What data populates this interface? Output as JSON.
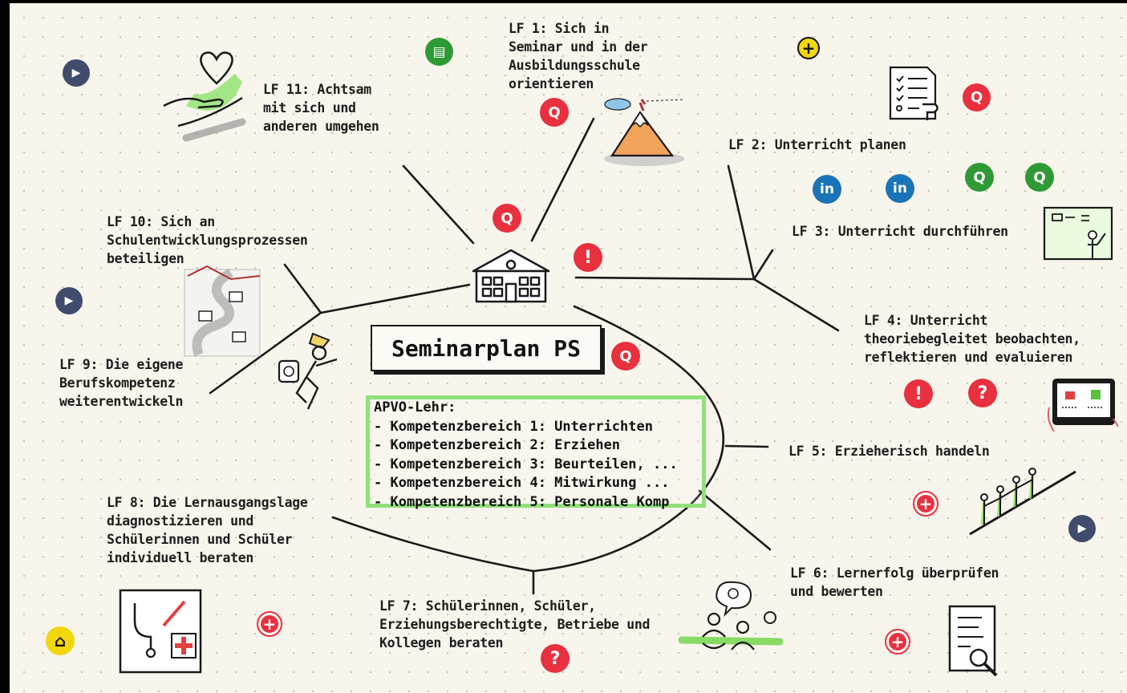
{
  "title": "Seminarplan PS",
  "apvo": {
    "heading": "APVO-Lehr:",
    "items": [
      "- Kompetenzbereich 1: Unterrichten",
      "- Kompetenzbereich 2: Erziehen",
      "- Kompetenzbereich 3: Beurteilen, ...",
      "- Kompetenzbereich 4: Mitwirkung ...",
      "- Kompetenzbereich 5: Personale Komp"
    ]
  },
  "lf": {
    "lf1": "LF 1: Sich in\nSeminar und in der\nAusbildungsschule\norientieren",
    "lf2": "LF 2: Unterricht planen",
    "lf3": "LF 3: Unterricht durchführen",
    "lf4": "LF 4: Unterricht\ntheoriebegleitet beobachten,\nreflektieren und evaluieren",
    "lf5": "LF 5: Erzieherisch handeln",
    "lf6": "LF 6: Lernerfolg überprüfen\nund bewerten",
    "lf7": "LF 7: Schülerinnen, Schüler,\nErziehungsberechtigte, Betriebe und\nKollegen beraten",
    "lf8": "LF 8: Die Lernausgangslage\ndiagnostizieren und\nSchülerinnen und Schüler\nindividuell beraten",
    "lf9": "LF 9: Die eigene\nBerufskompetenz\nweiterentwickeln",
    "lf10": "LF 10: Sich an\nSchulentwicklungsprozessen\nbeteiligen",
    "lf11": "LF 11: Achtsam\nmit sich und\nanderen umgehen"
  },
  "icons": {
    "search": "Q",
    "linkedin": "in",
    "alert": "!",
    "question": "?",
    "plus": "+",
    "video": "▶",
    "book": "▤",
    "home": "⌂"
  },
  "colors": {
    "red": "#e8303e",
    "green": "#2e9a36",
    "navy": "#3f4c6b",
    "blue": "#1a74b8",
    "yellow": "#f2d70f",
    "highlight": "#90e07c"
  }
}
